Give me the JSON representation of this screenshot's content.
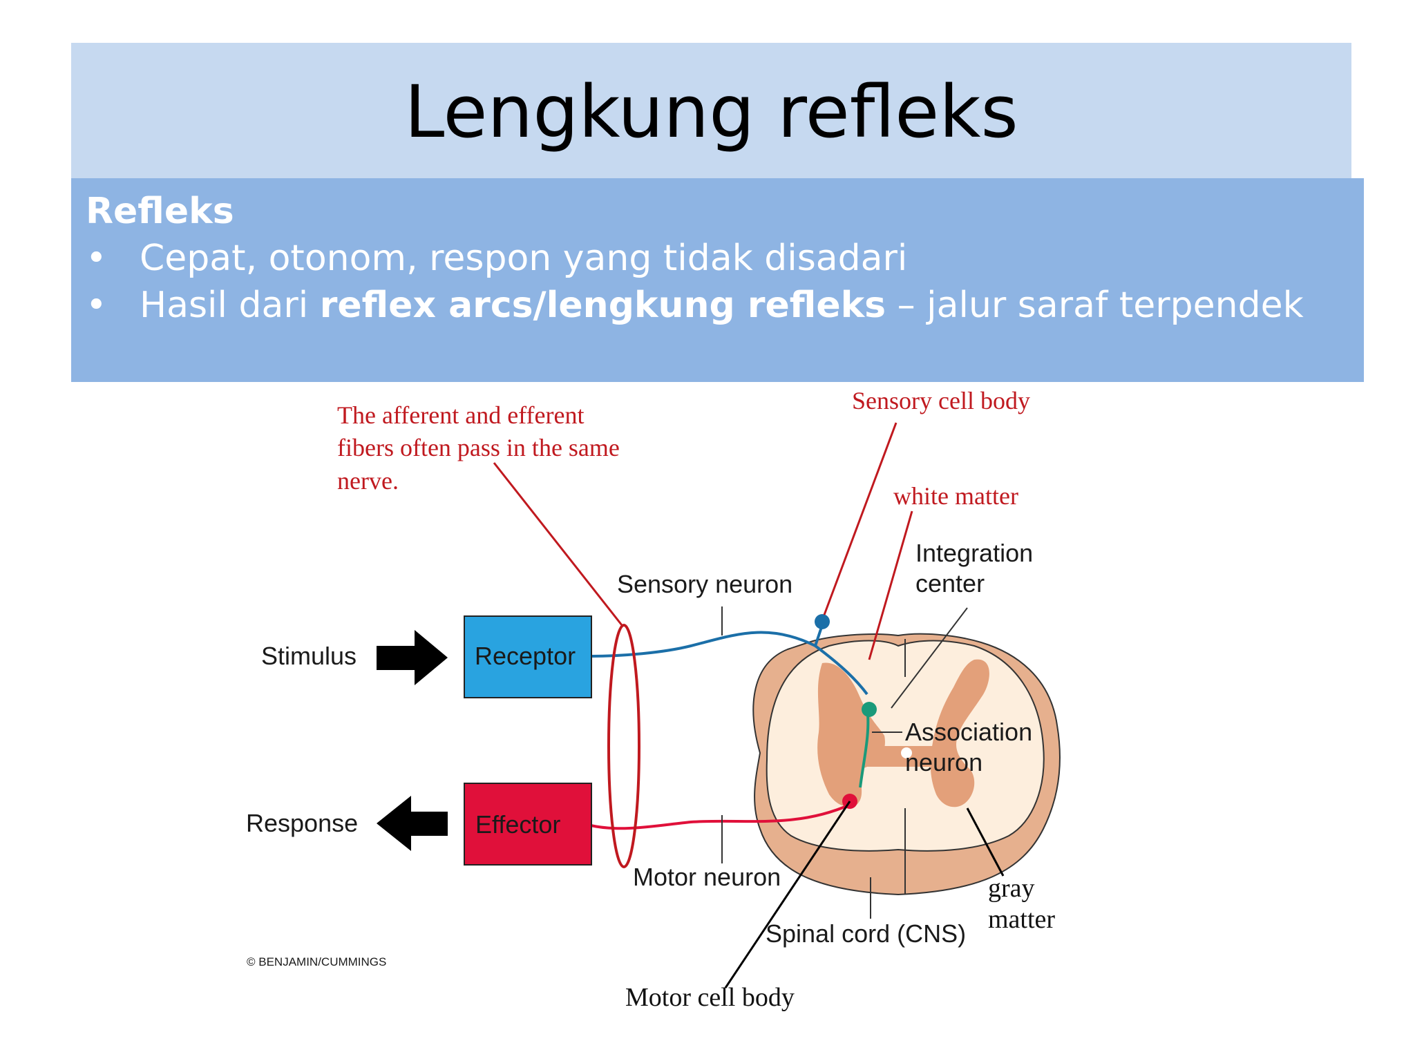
{
  "slide": {
    "title": "Lengkung refleks",
    "heading": "Refleks",
    "bullets": [
      {
        "bullet": "•",
        "text": "Cepat, otonom, respon yang tidak disadari"
      },
      {
        "bullet": "•",
        "prefix": "Hasil dari ",
        "bold": "reflex arcs/lengkung refleks",
        "suffix": " – jalur saraf terpendek"
      }
    ]
  },
  "diagram": {
    "annotations": {
      "afferent_efferent": [
        "The afferent and efferent",
        "fibers often pass in the same",
        "nerve."
      ],
      "sensory_cell_body": "Sensory cell body",
      "white_matter": "white matter",
      "gray_matter": [
        "gray",
        "matter"
      ],
      "motor_cell_body": "Motor cell body"
    },
    "labels": {
      "stimulus": "Stimulus",
      "receptor": "Receptor",
      "response": "Response",
      "effector": "Effector",
      "sensory_neuron": "Sensory neuron",
      "integration_center": [
        "Integration",
        "center"
      ],
      "association_neuron": [
        "Association",
        "neuron"
      ],
      "motor_neuron": "Motor neuron",
      "spinal_cord": "Spinal cord (CNS)",
      "copyright": "© BENJAMIN/CUMMINGS"
    },
    "colors": {
      "annotation_red": "#c0191f",
      "receptor_fill": "#29a3e0",
      "effector_fill": "#e0103a",
      "sensory_nerve": "#1b6fa8",
      "motor_nerve": "#e0103a",
      "association_nerve": "#1a9a7a",
      "cord_white": "#fdeedd",
      "cord_gray": "#e3a07a",
      "cord_outer": "#e6b08e"
    }
  }
}
